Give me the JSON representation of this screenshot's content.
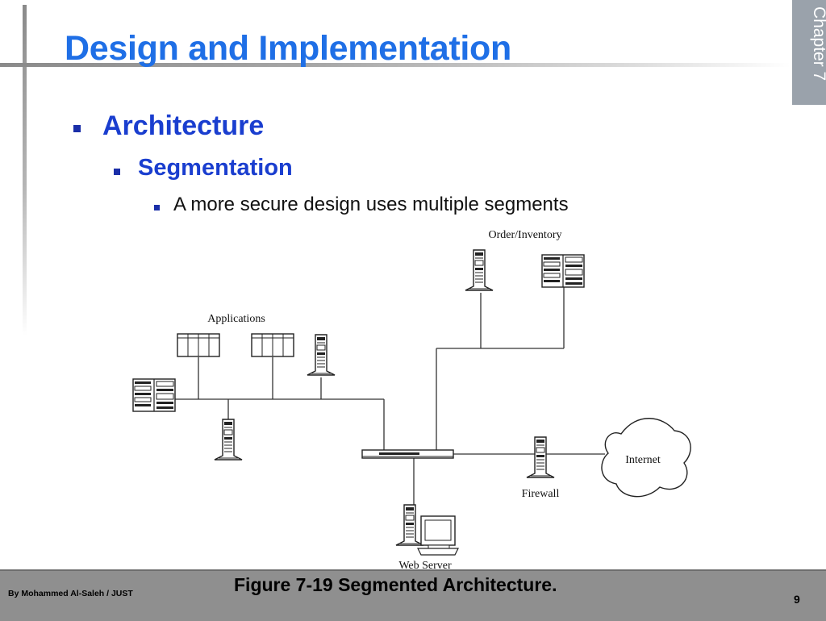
{
  "slide": {
    "title": "Design and Implementation",
    "chapter_tab": "Chapter 7",
    "bullets": [
      "Architecture",
      "Segmentation",
      "A more secure design uses multiple segments"
    ]
  },
  "diagram": {
    "labels": {
      "order_inventory": "Order/Inventory",
      "applications": "Applications",
      "internet": "Internet",
      "firewall": "Firewall",
      "web_server": "Web Server"
    },
    "icons": [
      "tower-server-icon",
      "rack-server-icon",
      "storage-array-icon",
      "network-switch-icon",
      "cloud-icon",
      "monitor-icon"
    ]
  },
  "footer": {
    "author": "By Mohammed Al-Saleh / JUST",
    "caption": "Figure 7-19  Segmented Architecture.",
    "page_number": "9"
  }
}
